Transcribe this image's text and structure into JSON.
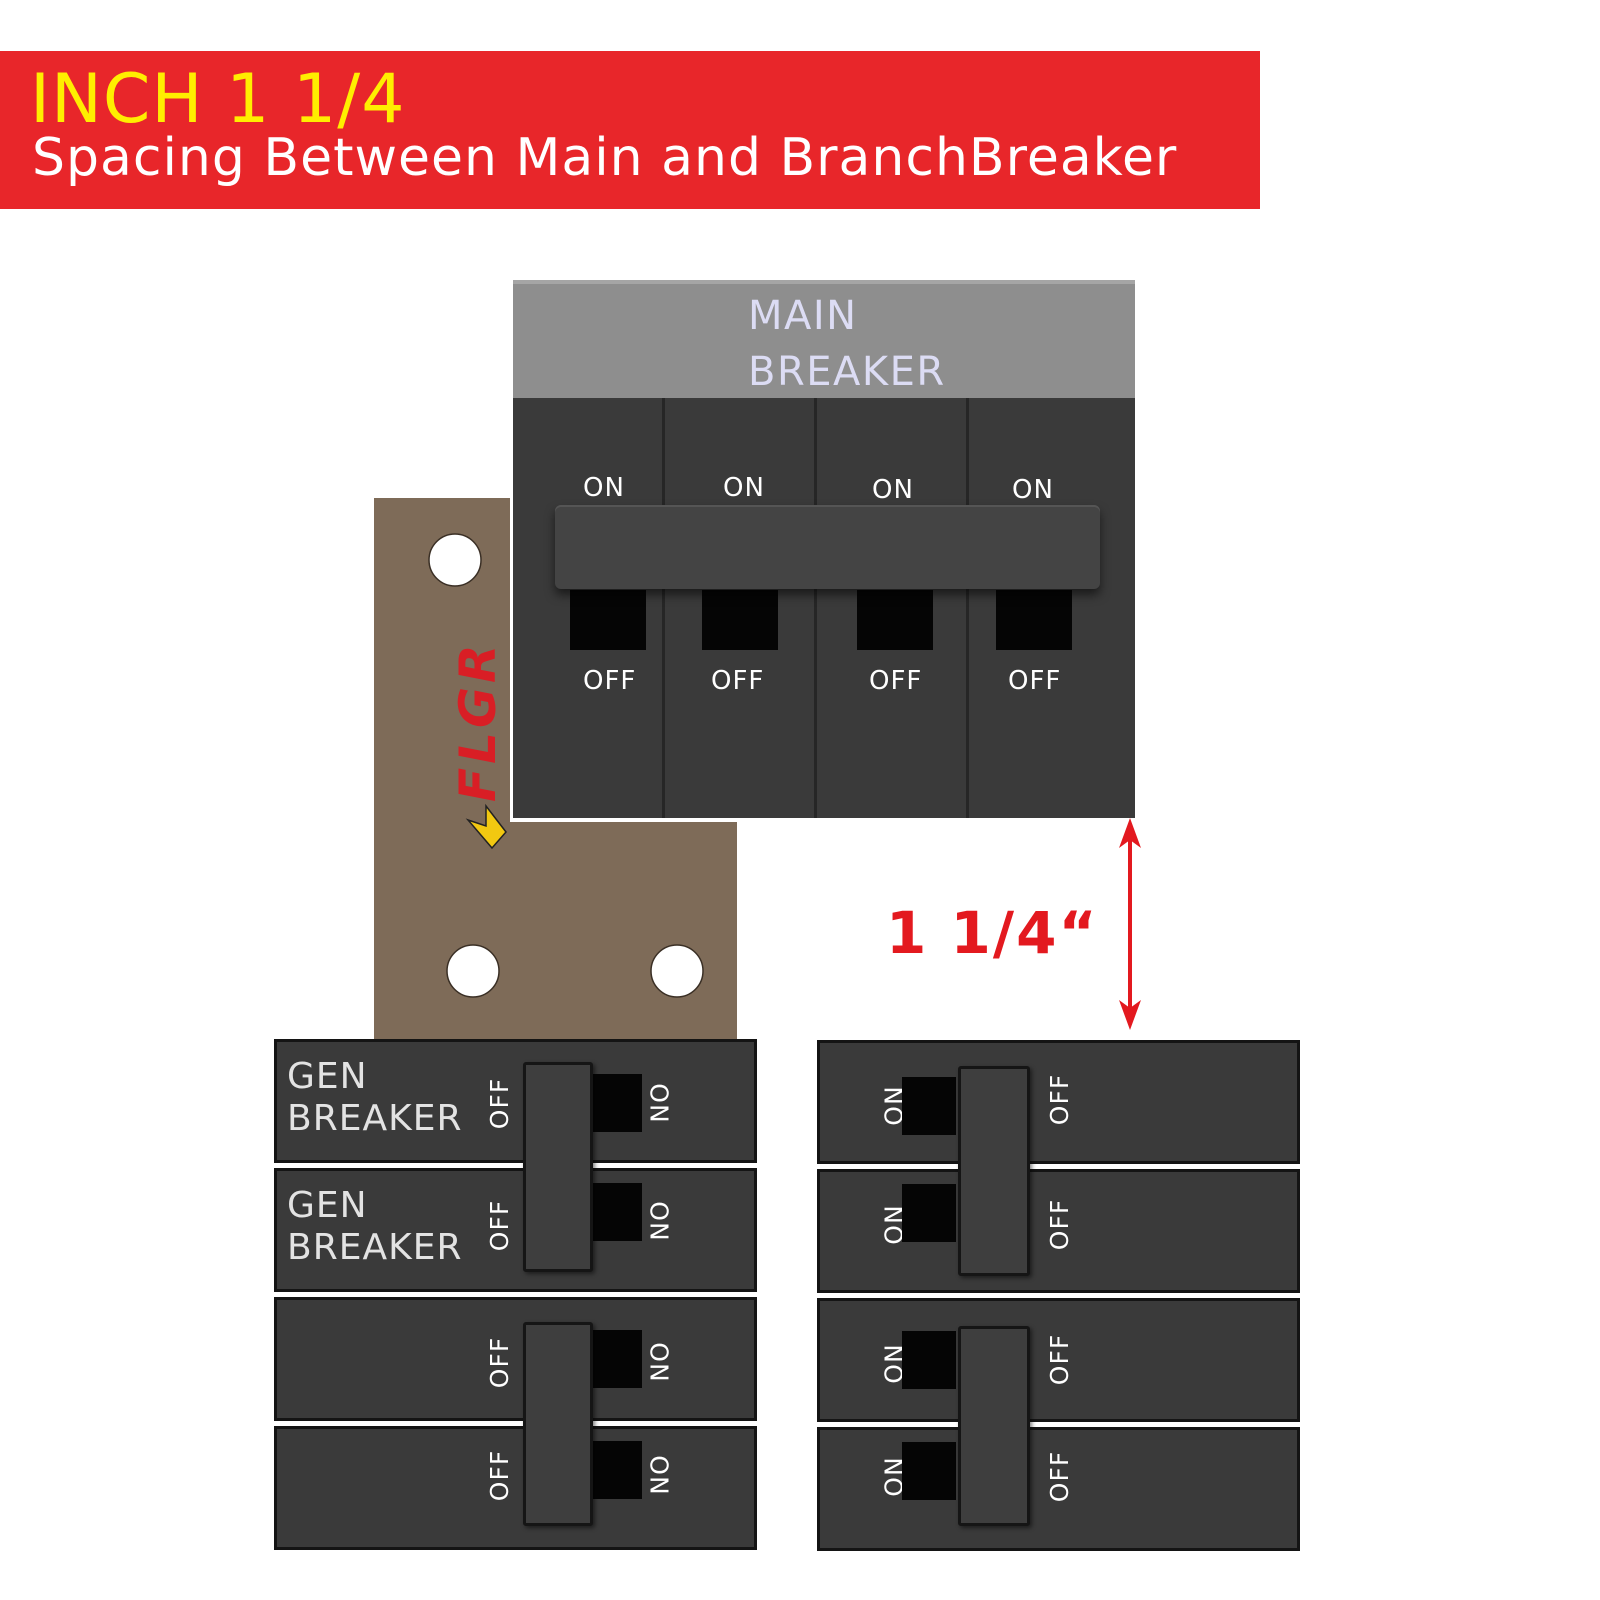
{
  "colors": {
    "banner": "#e8262a",
    "title": "#ffee00",
    "main_head": "#8e8e8e",
    "main_label": "#dcdcf4",
    "breaker_body": "#3a3a3a",
    "bracket": "#7e6b58",
    "dimension": "#e3191f"
  },
  "banner": {
    "title": "INCH 1 1/4",
    "subtitle": "Spacing Between Main and BranchBreaker"
  },
  "main_breaker": {
    "label_line1": "MAIN",
    "label_line2": "BREAKER",
    "poles": [
      {
        "on": "ON",
        "off": "OFF"
      },
      {
        "on": "ON",
        "off": "OFF"
      },
      {
        "on": "ON",
        "off": "OFF"
      },
      {
        "on": "ON",
        "off": "OFF"
      }
    ]
  },
  "logo": {
    "text": "FLGR",
    "icon": "lightning-bolt-icon"
  },
  "dimension": {
    "label": "1 1/4“",
    "icon": "double-arrow-icon"
  },
  "left_breakers": [
    {
      "label_line1": "GEN",
      "label_line2": "BREAKER",
      "off": "OFF",
      "on": "ON"
    },
    {
      "label_line1": "GEN",
      "label_line2": "BREAKER",
      "off": "OFF",
      "on": "ON"
    },
    {
      "label_line1": "",
      "label_line2": "",
      "off": "OFF",
      "on": "ON"
    },
    {
      "label_line1": "",
      "label_line2": "",
      "off": "OFF",
      "on": "ON"
    }
  ],
  "right_breakers": [
    {
      "on": "ON",
      "off": "OFF"
    },
    {
      "on": "ON",
      "off": "OFF"
    },
    {
      "on": "ON",
      "off": "OFF"
    },
    {
      "on": "ON",
      "off": "OFF"
    }
  ]
}
